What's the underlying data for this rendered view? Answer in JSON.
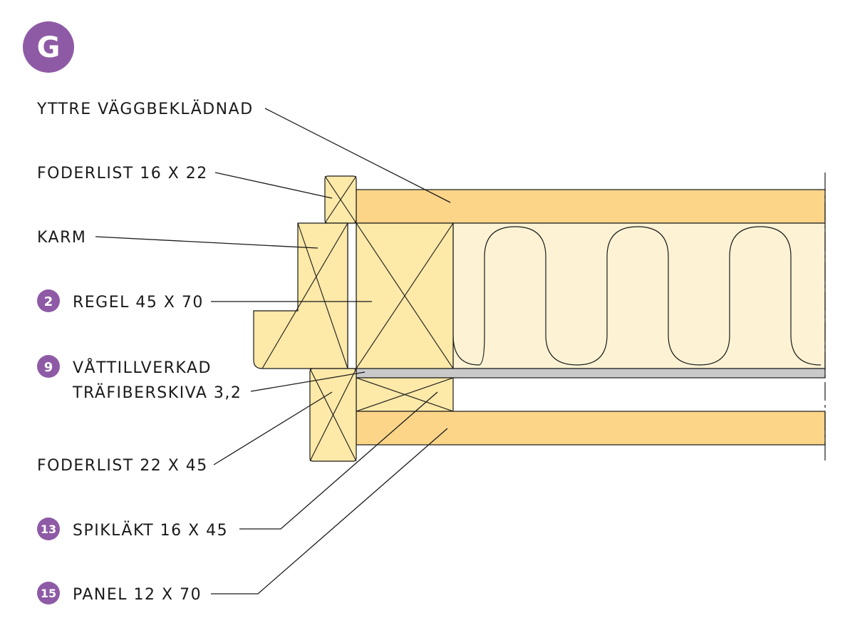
{
  "header_badge": {
    "letter": "G",
    "color": "#8e5aa5"
  },
  "labels": {
    "yttre": "YTTRE VÄGGBEKLÄDNAD",
    "foderlist_top": "FODERLIST 16 X 22",
    "karm": "KARM",
    "regel": "REGEL 45 X 70",
    "vattill_line1": "VÅTTILLVERKAD",
    "vattill_line2": "TRÄFIBERSKIVA 3,2",
    "foderlist_bottom": "FODERLIST 22 X 45",
    "spiklakt": "SPIKLÄKT 16 X 45",
    "panel": "PANEL 12 X 70"
  },
  "badges": {
    "regel": "2",
    "vattill": "9",
    "spiklakt": "13",
    "panel": "15"
  },
  "colors": {
    "badge": "#8e5aa5",
    "wood": "#fde9a8",
    "board": "#fcd589",
    "insulation": "#fdf3d4",
    "sheet": "#c9c9c9",
    "line": "#1a1a1a"
  }
}
